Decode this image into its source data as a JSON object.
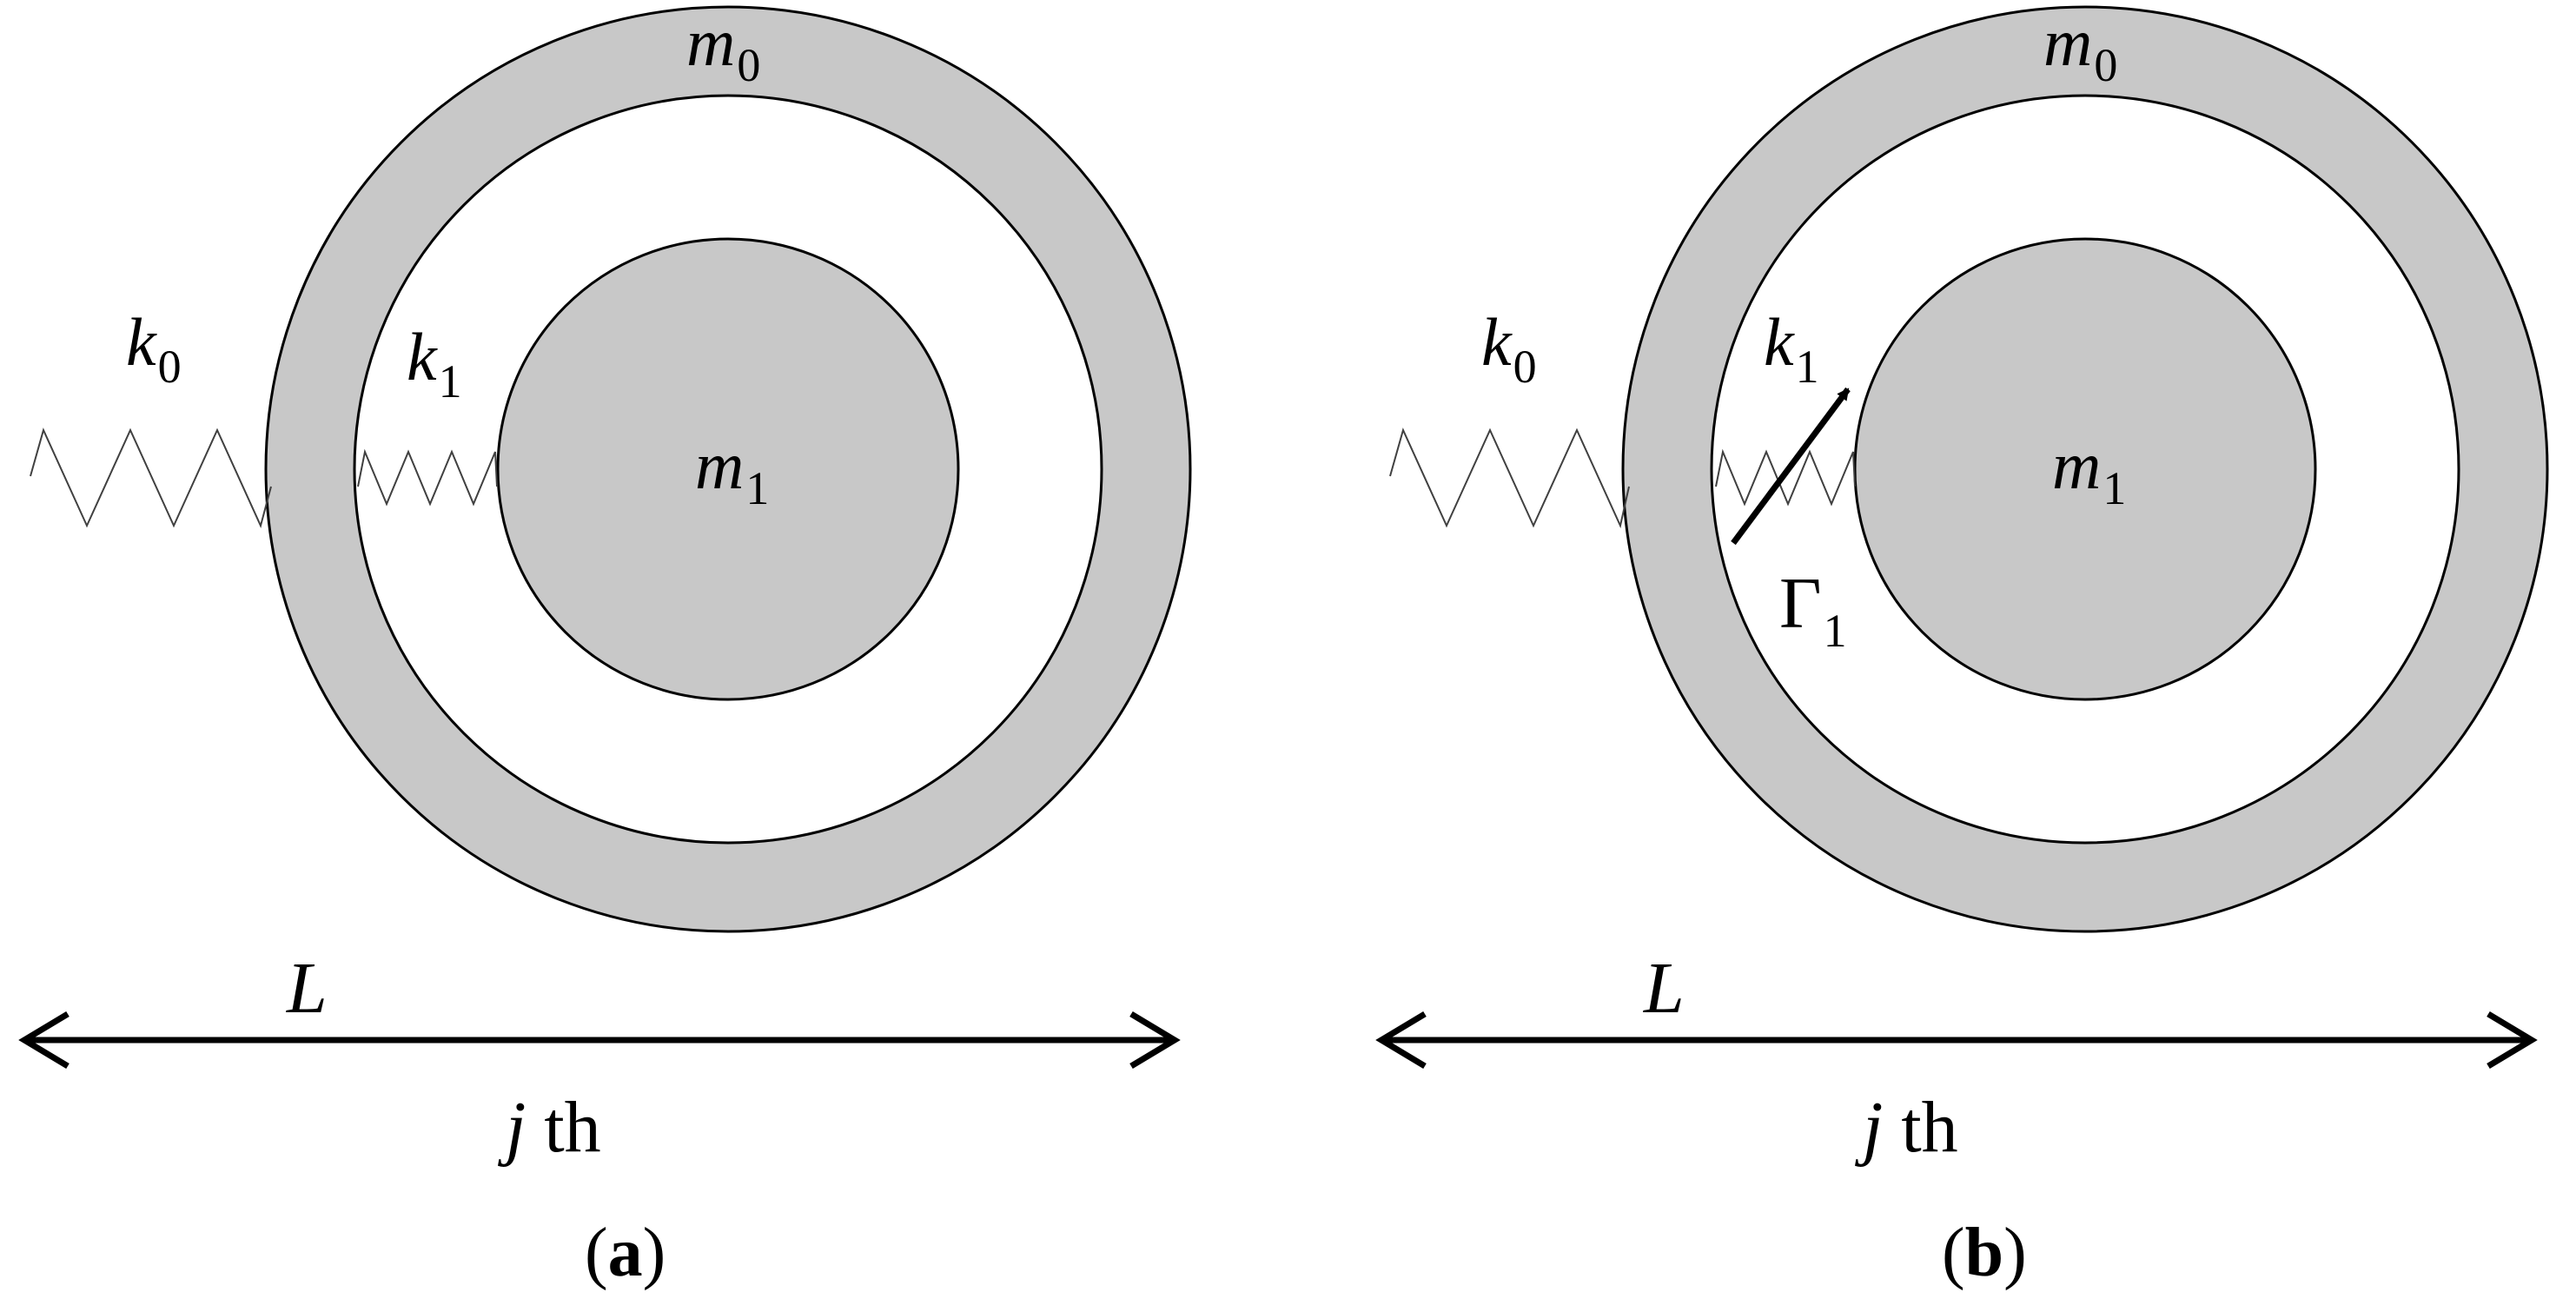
{
  "colors": {
    "mass_fill": "#c8c8c8",
    "stroke": "#000000",
    "spring": "#404040",
    "background": "#ffffff"
  },
  "panels": [
    {
      "id": "a",
      "caption_open": "(",
      "caption_letter": "a",
      "caption_close": ")",
      "outer_mass": {
        "symbol": "m",
        "sub": "0"
      },
      "inner_mass": {
        "symbol": "m",
        "sub": "1"
      },
      "outer_spring": {
        "symbol": "k",
        "sub": "0"
      },
      "inner_spring": {
        "symbol": "k",
        "sub": "1"
      },
      "length_label": "L",
      "cell_index": {
        "symbol": "j",
        "text": " th"
      },
      "damping": null
    },
    {
      "id": "b",
      "caption_open": "(",
      "caption_letter": "b",
      "caption_close": ")",
      "outer_mass": {
        "symbol": "m",
        "sub": "0"
      },
      "inner_mass": {
        "symbol": "m",
        "sub": "1"
      },
      "outer_spring": {
        "symbol": "k",
        "sub": "0"
      },
      "inner_spring": {
        "symbol": "k",
        "sub": "1"
      },
      "length_label": "L",
      "cell_index": {
        "symbol": "j",
        "text": " th"
      },
      "damping": {
        "symbol": "Γ",
        "sub": "1"
      }
    }
  ]
}
